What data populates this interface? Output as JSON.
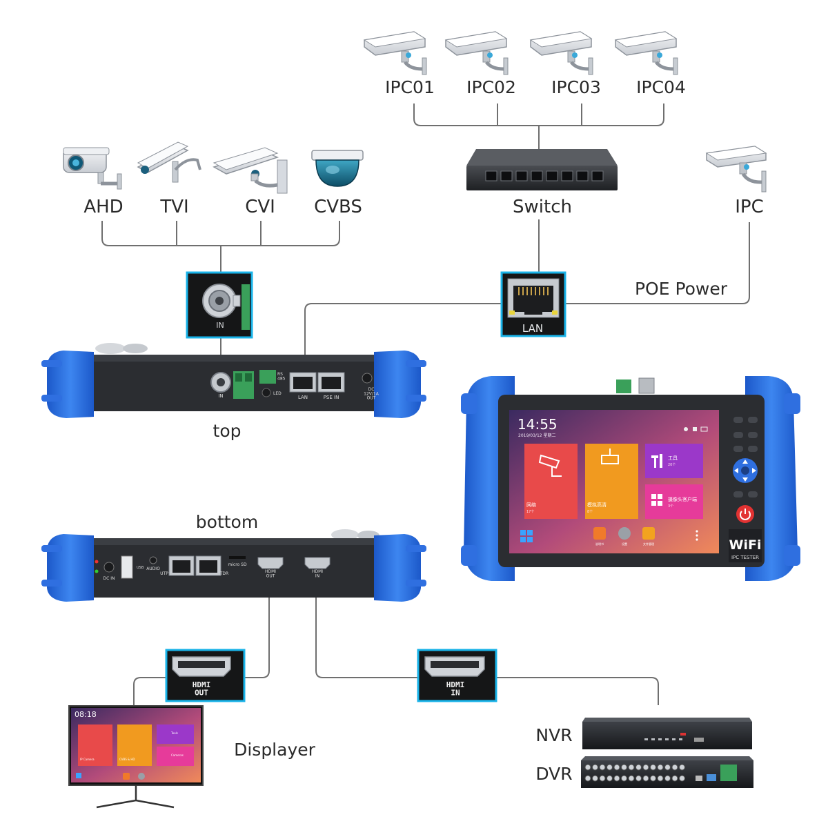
{
  "cameras_ip": [
    {
      "label": "IPC01"
    },
    {
      "label": "IPC02"
    },
    {
      "label": "IPC03"
    },
    {
      "label": "IPC04"
    }
  ],
  "switch": {
    "label": "Switch"
  },
  "ipc_single": {
    "label": "IPC",
    "link_label": "POE Power"
  },
  "analog": [
    {
      "label": "AHD",
      "icon": "bullet-camera-icon"
    },
    {
      "label": "TVI",
      "icon": "box-camera-icon"
    },
    {
      "label": "CVI",
      "icon": "box-camera-icon"
    },
    {
      "label": "CVBS",
      "icon": "dome-camera-icon"
    }
  ],
  "bnc_callout": {
    "label": "IN"
  },
  "lan_callout": {
    "label": "LAN"
  },
  "top_panel": {
    "caption": "top",
    "ports": {
      "bnc_in": "IN",
      "rs485": "RS\n485",
      "led": "LED",
      "lan": "LAN",
      "pse_in": "PSE  IN",
      "dc_out": "DC\n12V/1A\nOUT"
    }
  },
  "bottom_panel": {
    "caption": "bottom",
    "ports": {
      "dc_in": "DC IN",
      "usb": "USB",
      "audio": "AUDIO",
      "utp": "UTP",
      "tdr": "TDR",
      "micro_sd": "micro SD",
      "hdmi_out": "HDMI\nOUT",
      "hdmi_in": "HDMI\nIN"
    }
  },
  "device_screen": {
    "time": "14:55",
    "date": "2019/03/12 星期二",
    "tiles": [
      {
        "title": "网络",
        "sub": "17个"
      },
      {
        "title": "模拟高清",
        "sub": "8个"
      },
      {
        "title": "工具",
        "sub": "20个"
      },
      {
        "title": "摄像头客户端",
        "sub": "3个"
      }
    ],
    "dock": [
      "说明书",
      "设置",
      "文件管理"
    ],
    "wifi_badge": "WiFi",
    "badge_sub": "IPC TESTER"
  },
  "hdmi_out_callout": {
    "label": "HDMI\nOUT"
  },
  "hdmi_in_callout": {
    "label": "HDMI\nIN"
  },
  "displayer": {
    "label": "Displayer",
    "time": "08:18",
    "tiles": [
      "IP Camera",
      "CVBS & HD",
      "Tools",
      "Cameras"
    ]
  },
  "recorders": [
    {
      "label": "NVR"
    },
    {
      "label": "DVR"
    }
  ],
  "colors": {
    "accent_blue": "#2f6fe0",
    "callout_border": "#19b3e8",
    "device_body": "#2b2d31",
    "line": "#6f6f6f"
  }
}
